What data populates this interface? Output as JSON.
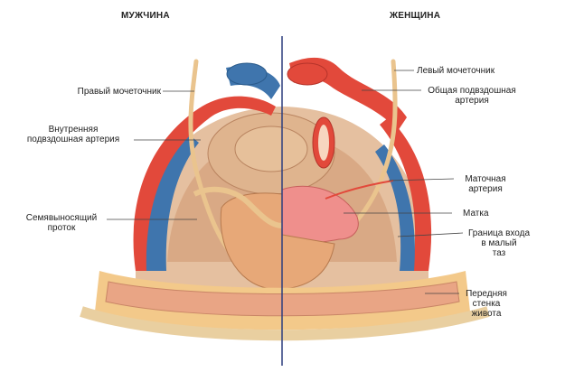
{
  "headers": {
    "male": "МУЖЧИНА",
    "female": "ЖЕНЩИНА"
  },
  "labels": {
    "right_ureter": [
      "Правый мочеточник"
    ],
    "internal_iliac": [
      "Внутренняя",
      "подвздошная артерия"
    ],
    "vas_deferens": [
      "Семявыносящий",
      "проток"
    ],
    "left_ureter": [
      "Левый мочеточник"
    ],
    "common_iliac": [
      "Общая подвздошная",
      "артерия"
    ],
    "uterine_artery": [
      "Маточная",
      "артерия"
    ],
    "uterus": [
      "Матка"
    ],
    "pelvic_brim": [
      "Граница входа",
      "в малый",
      "таз"
    ],
    "abdominal_wall": [
      "Передняя",
      "стенка",
      "живота"
    ]
  },
  "colors": {
    "artery": "#e2493b",
    "vein": "#3f75ad",
    "tissue": "#dcae8c",
    "bladder": "#e7a878",
    "uterus": "#ef8f8c",
    "abdominal_wall": "#f3c98a",
    "divider": "#2d3f7f"
  }
}
